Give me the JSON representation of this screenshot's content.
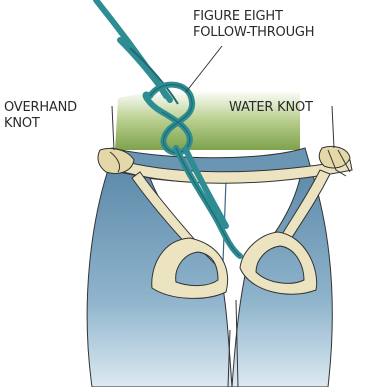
{
  "labels": {
    "figure_eight": {
      "line1": "FIGURE EIGHT",
      "line2": "FOLLOW-THROUGH"
    },
    "overhand": {
      "line1": "OVERHAND",
      "line2": "KNOT"
    },
    "water_knot": {
      "line1": "WATER KNOT"
    }
  },
  "colors": {
    "rope": "#2e8d93",
    "rope_dark": "#1f6a70",
    "webbing": "#ece3c0",
    "webbing_shadow": "#c9bd8e",
    "jeans": "#7fa8c4",
    "jeans_dark": "#54819f",
    "shirt": "#8fb05e",
    "ink": "#333333"
  }
}
